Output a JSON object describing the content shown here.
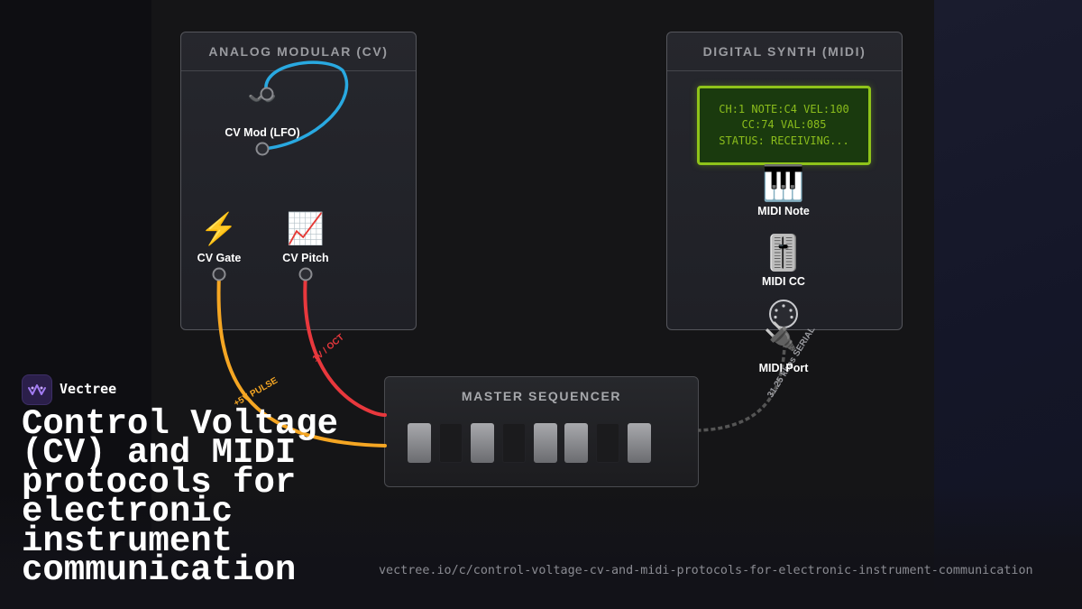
{
  "brand": {
    "name": "Vectree",
    "logo_icon": "waveform-logo-icon",
    "accent": "#7c5cd6"
  },
  "headline": "Control Voltage (CV) and MIDI protocols for electronic instrument communication",
  "url": "vectree.io/c/control-voltage-cv-and-midi-protocols-for-electronic-instrument-communication",
  "panels": {
    "analog": {
      "title": "ANALOG MODULAR (CV)",
      "modules": [
        {
          "label": "CV Mod (LFO)",
          "icon": "wave-icon",
          "glyph": "〰️"
        },
        {
          "label": "CV Gate",
          "icon": "lightning-icon",
          "glyph": "⚡"
        },
        {
          "label": "CV Pitch",
          "icon": "chart-increasing-icon",
          "glyph": "📈"
        }
      ]
    },
    "digital": {
      "title": "DIGITAL SYNTH (MIDI)",
      "lcd": [
        "CH:1 NOTE:C4 VEL:100",
        "CC:74 VAL:085",
        "STATUS: RECEIVING..."
      ],
      "modules": [
        {
          "label": "MIDI Note",
          "icon": "piano-keys-icon",
          "glyph": "🎹"
        },
        {
          "label": "MIDI CC",
          "icon": "slider-icon",
          "glyph": "🎚️"
        },
        {
          "label": "MIDI Port",
          "icon": "plug-icon",
          "glyph": "🔌"
        }
      ]
    },
    "sequencer": {
      "title": "MASTER SEQUENCER",
      "steps": [
        true,
        false,
        true,
        false,
        true,
        true,
        false,
        true
      ]
    }
  },
  "cables": [
    {
      "label": "+5V PULSE",
      "color": "#f5a623"
    },
    {
      "label": "1V / OCT",
      "color": "#e8383d"
    },
    {
      "label": "31.25 kbps SERIAL",
      "color": "#555555"
    },
    {
      "label": "",
      "color": "#29a9e1"
    }
  ],
  "colors": {
    "lcd_text": "#8bbd1c",
    "lcd_border": "#8fc31a",
    "lcd_bg": "#1a3a0e"
  }
}
